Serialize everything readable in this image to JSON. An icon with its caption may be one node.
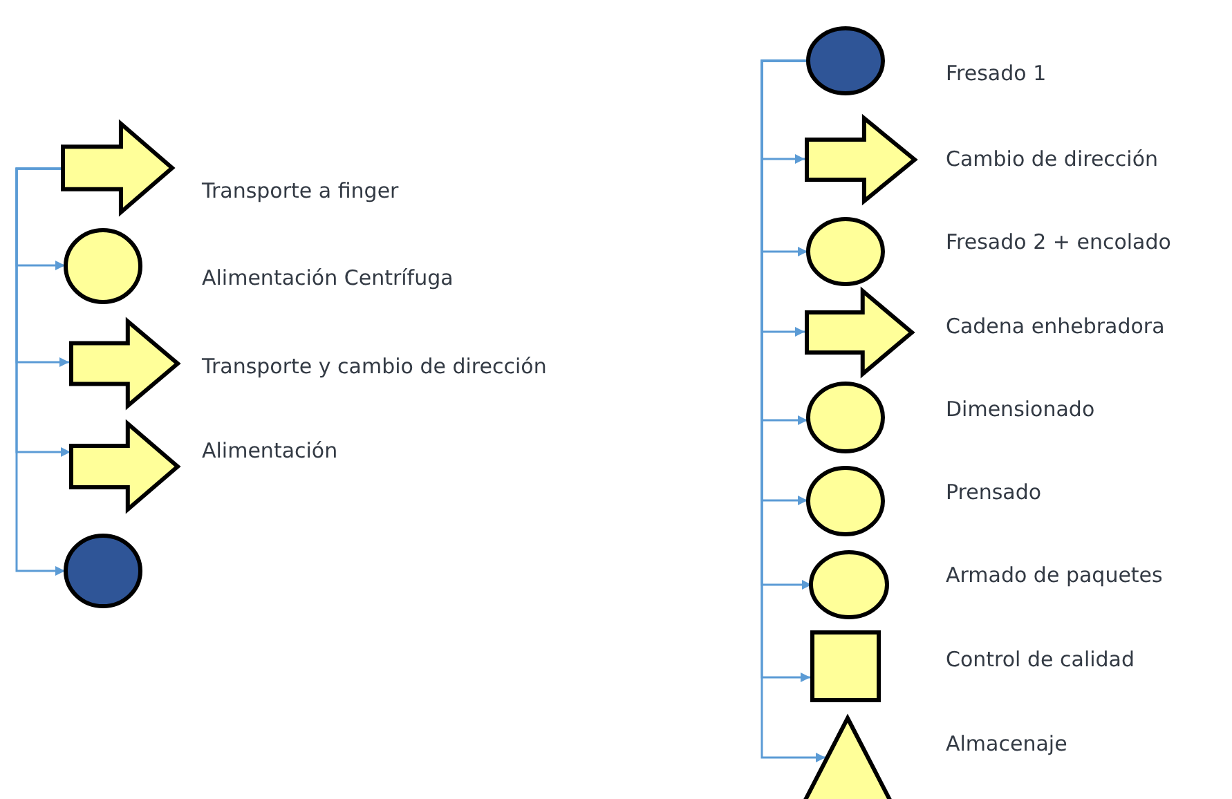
{
  "diagram": {
    "nodes": [
      {
        "text": [],
        "shape": "arrow",
        "beside": [
          "Transporte a finger"
        ]
      },
      {
        "text": [],
        "shape": "circle",
        "beside": [
          "Alimentación Centrífuga"
        ]
      },
      {
        "text": [],
        "shape": "arrow",
        "beside": [
          "Transporte y cambio de dirección"
        ]
      },
      {
        "text": [],
        "shape": "arrow",
        "beside": [
          "Alimentación"
        ]
      },
      {
        "text": [],
        "shape": "circle"
      },
      {
        "text": [],
        "shape": "circle",
        "beside": [
          "Fresado 1"
        ]
      },
      {
        "text": [],
        "shape": "arrow",
        "beside": [
          "Cambio de dirección"
        ]
      },
      {
        "text": [],
        "shape": "circle",
        "beside": [
          "Fresado 2 + encolado"
        ]
      },
      {
        "text": [],
        "shape": "arrow",
        "beside": [
          "Cadena enhebradora"
        ]
      },
      {
        "text": [],
        "shape": "circle",
        "beside": [
          "Dimensionado"
        ]
      },
      {
        "text": [],
        "shape": "circle",
        "beside": [
          "Prensado"
        ]
      },
      {
        "text": [],
        "shape": "circle",
        "beside": [
          "Armado de paquetes"
        ]
      },
      {
        "text": [],
        "shape": "box",
        "beside": [
          "Control de calidad"
        ]
      },
      {
        "text": [],
        "shape": "triangle",
        "beside": [
          "Almacenaje"
        ]
      }
    ],
    "edges": [
      {
        "from": 0,
        "to": 1,
        "arrow": "to"
      },
      {
        "from": 0,
        "to": 2,
        "arrow": "to"
      },
      {
        "from": 0,
        "to": 3,
        "arrow": "to"
      },
      {
        "from": 0,
        "to": 4,
        "arrow": "to"
      },
      {
        "from": 5,
        "to": 6,
        "arrow": "to"
      },
      {
        "from": 5,
        "to": 7,
        "arrow": "to"
      },
      {
        "from": 5,
        "to": 8,
        "arrow": "to"
      },
      {
        "from": 5,
        "to": 9,
        "arrow": "to"
      },
      {
        "from": 5,
        "to": 10,
        "arrow": "to"
      },
      {
        "from": 5,
        "to": 11,
        "arrow": "to"
      },
      {
        "from": 5,
        "to": 12,
        "arrow": "to"
      },
      {
        "from": 5,
        "to": 13,
        "arrow": "to"
      }
    ]
  }
}
